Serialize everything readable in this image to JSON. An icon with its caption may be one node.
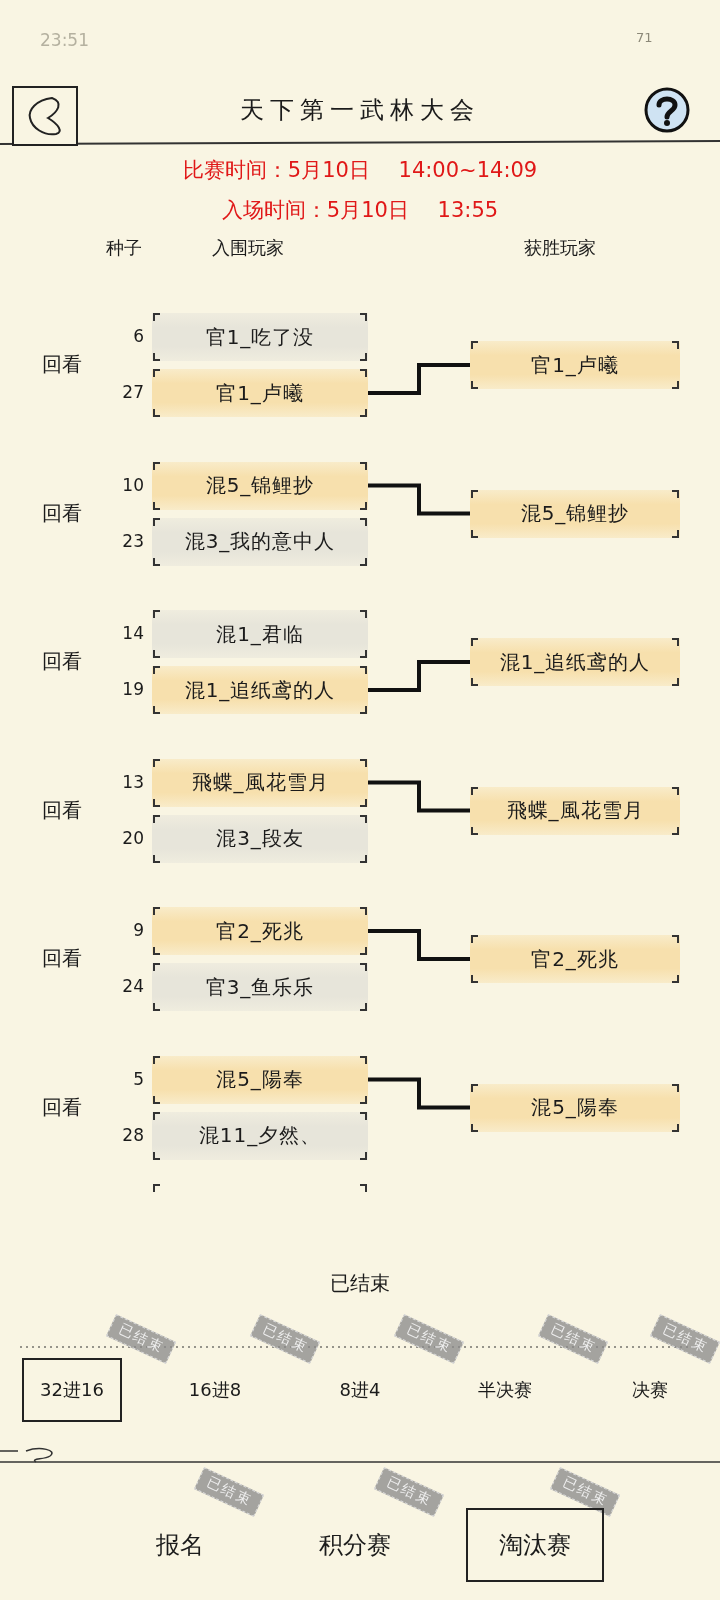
{
  "diagram": {
    "title": "天下第一武林大会",
    "nodes": [
      {
        "text": [
          "官1_吃了没"
        ]
      },
      {
        "text": [
          "官1_卢曦"
        ]
      },
      {
        "text": [
          "官1_卢曦"
        ]
      },
      {
        "text": [
          "混5_锦鲤抄"
        ]
      },
      {
        "text": [
          "混3_我的意中人"
        ]
      },
      {
        "text": [
          "混5_锦鲤抄"
        ]
      },
      {
        "text": [
          "混1_君临"
        ]
      },
      {
        "text": [
          "混1_追纸鸢的人"
        ]
      },
      {
        "text": [
          "混1_追纸鸢的人"
        ]
      },
      {
        "text": [
          "飛蝶_風花雪月"
        ]
      },
      {
        "text": [
          "混3_段友"
        ]
      },
      {
        "text": [
          "飛蝶_風花雪月"
        ]
      },
      {
        "text": [
          "官2_死兆"
        ]
      },
      {
        "text": [
          "官3_鱼乐乐"
        ]
      },
      {
        "text": [
          "官2_死兆"
        ]
      },
      {
        "text": [
          "混5_陽奉"
        ]
      },
      {
        "text": [
          "混11_夕然、"
        ]
      },
      {
        "text": [
          "混5_陽奉"
        ]
      },
      {
        "text": [],
        "shape": "box"
      }
    ],
    "edges": [
      {
        "from": 1,
        "to": 2,
        "arrow": "none"
      },
      {
        "from": 3,
        "to": 5,
        "arrow": "none"
      },
      {
        "from": 7,
        "to": 8,
        "arrow": "none"
      },
      {
        "from": 9,
        "to": 11,
        "arrow": "none"
      },
      {
        "from": 12,
        "to": 14,
        "arrow": "none"
      },
      {
        "from": 15,
        "to": 17,
        "arrow": "none"
      }
    ],
    "labels": [
      "23:51",
      "71",
      "比赛时间：5月10日 14:00~14:09",
      "入场时间：5月10日 13:55",
      "种子",
      "入围玩家",
      "获胜玩家",
      "6",
      "回看",
      "27",
      "10",
      "回看",
      "23",
      "14",
      "回看",
      "19",
      "13",
      "回看",
      "20",
      "9",
      "回看",
      "24",
      "5",
      "回看",
      "28",
      "已结束",
      "已结束",
      "32进16",
      "已结束",
      "16进8",
      "已结束",
      "8进4",
      "已结束",
      "半决赛",
      "已结束",
      "决赛",
      "已结束",
      "报名",
      "已结束",
      "积分赛",
      "已结束",
      "淘汰赛"
    ]
  }
}
